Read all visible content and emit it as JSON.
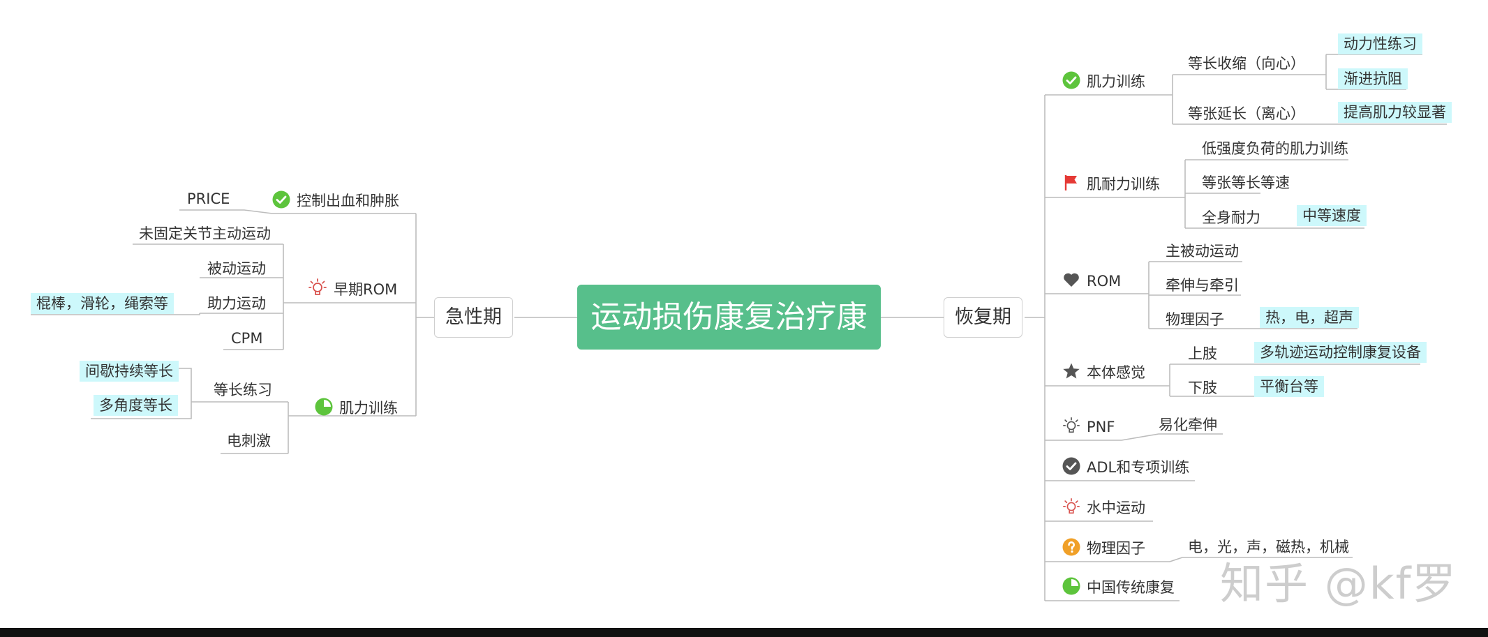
{
  "root": "运动损伤康复治疗康复",
  "left_branch": {
    "label": "急性期",
    "topics": {
      "control": "控制出血和肿胀",
      "price": "PRICE",
      "early_rom": "早期ROM",
      "unfixed": "未固定关节主动运动",
      "passive": "被动运动",
      "assisted": "助力运动",
      "tools": "棍棒，滑轮，绳索等",
      "cpm": "CPM",
      "strength": "肌力训练",
      "isokinetic": "等长练习",
      "intermittent": "间歇持续等长",
      "multi_angle": "多角度等长",
      "estim": "电刺激"
    }
  },
  "right_branch": {
    "label": "恢复期",
    "topics": {
      "strength": "肌力训练",
      "concentric": "等长收缩（向心）",
      "dynamic": "动力性练习",
      "progressive": "渐进抗阻",
      "eccentric": "等张延长（离心）",
      "improve": "提高肌力较显著",
      "endurance": "肌耐力训练",
      "low_intensity": "低强度负荷的肌力训练",
      "isotonic": "等张等长等速",
      "whole_body": "全身耐力",
      "medium_speed": "中等速度",
      "rom": "ROM",
      "active_passive": "主被动运动",
      "stretch": "牵伸与牵引",
      "physical": "物理因子",
      "heat": "热，电，超声",
      "proprio": "本体感觉",
      "upper": "上肢",
      "multi_track": "多轨迹运动控制康复设备",
      "lower": "下肢",
      "balance": "平衡台等",
      "pnf": "PNF",
      "easy_stretch": "易化牵伸",
      "adl": "ADL和专项训练",
      "water": "水中运动",
      "physical2": "物理因子",
      "modalities": "电，光，声，磁热，机械",
      "tcm": "中国传统康复"
    }
  },
  "watermark": "知乎 @kf罗",
  "colors": {
    "root_fill": "#57bf8b",
    "highlight": "#cdf8fb",
    "line": "#bcbcbc",
    "check_green": "#5dc43c",
    "flag_red": "#e53935",
    "bulb_red": "#d9534f",
    "question_orange": "#f0a028",
    "dark_icon": "#555555"
  }
}
